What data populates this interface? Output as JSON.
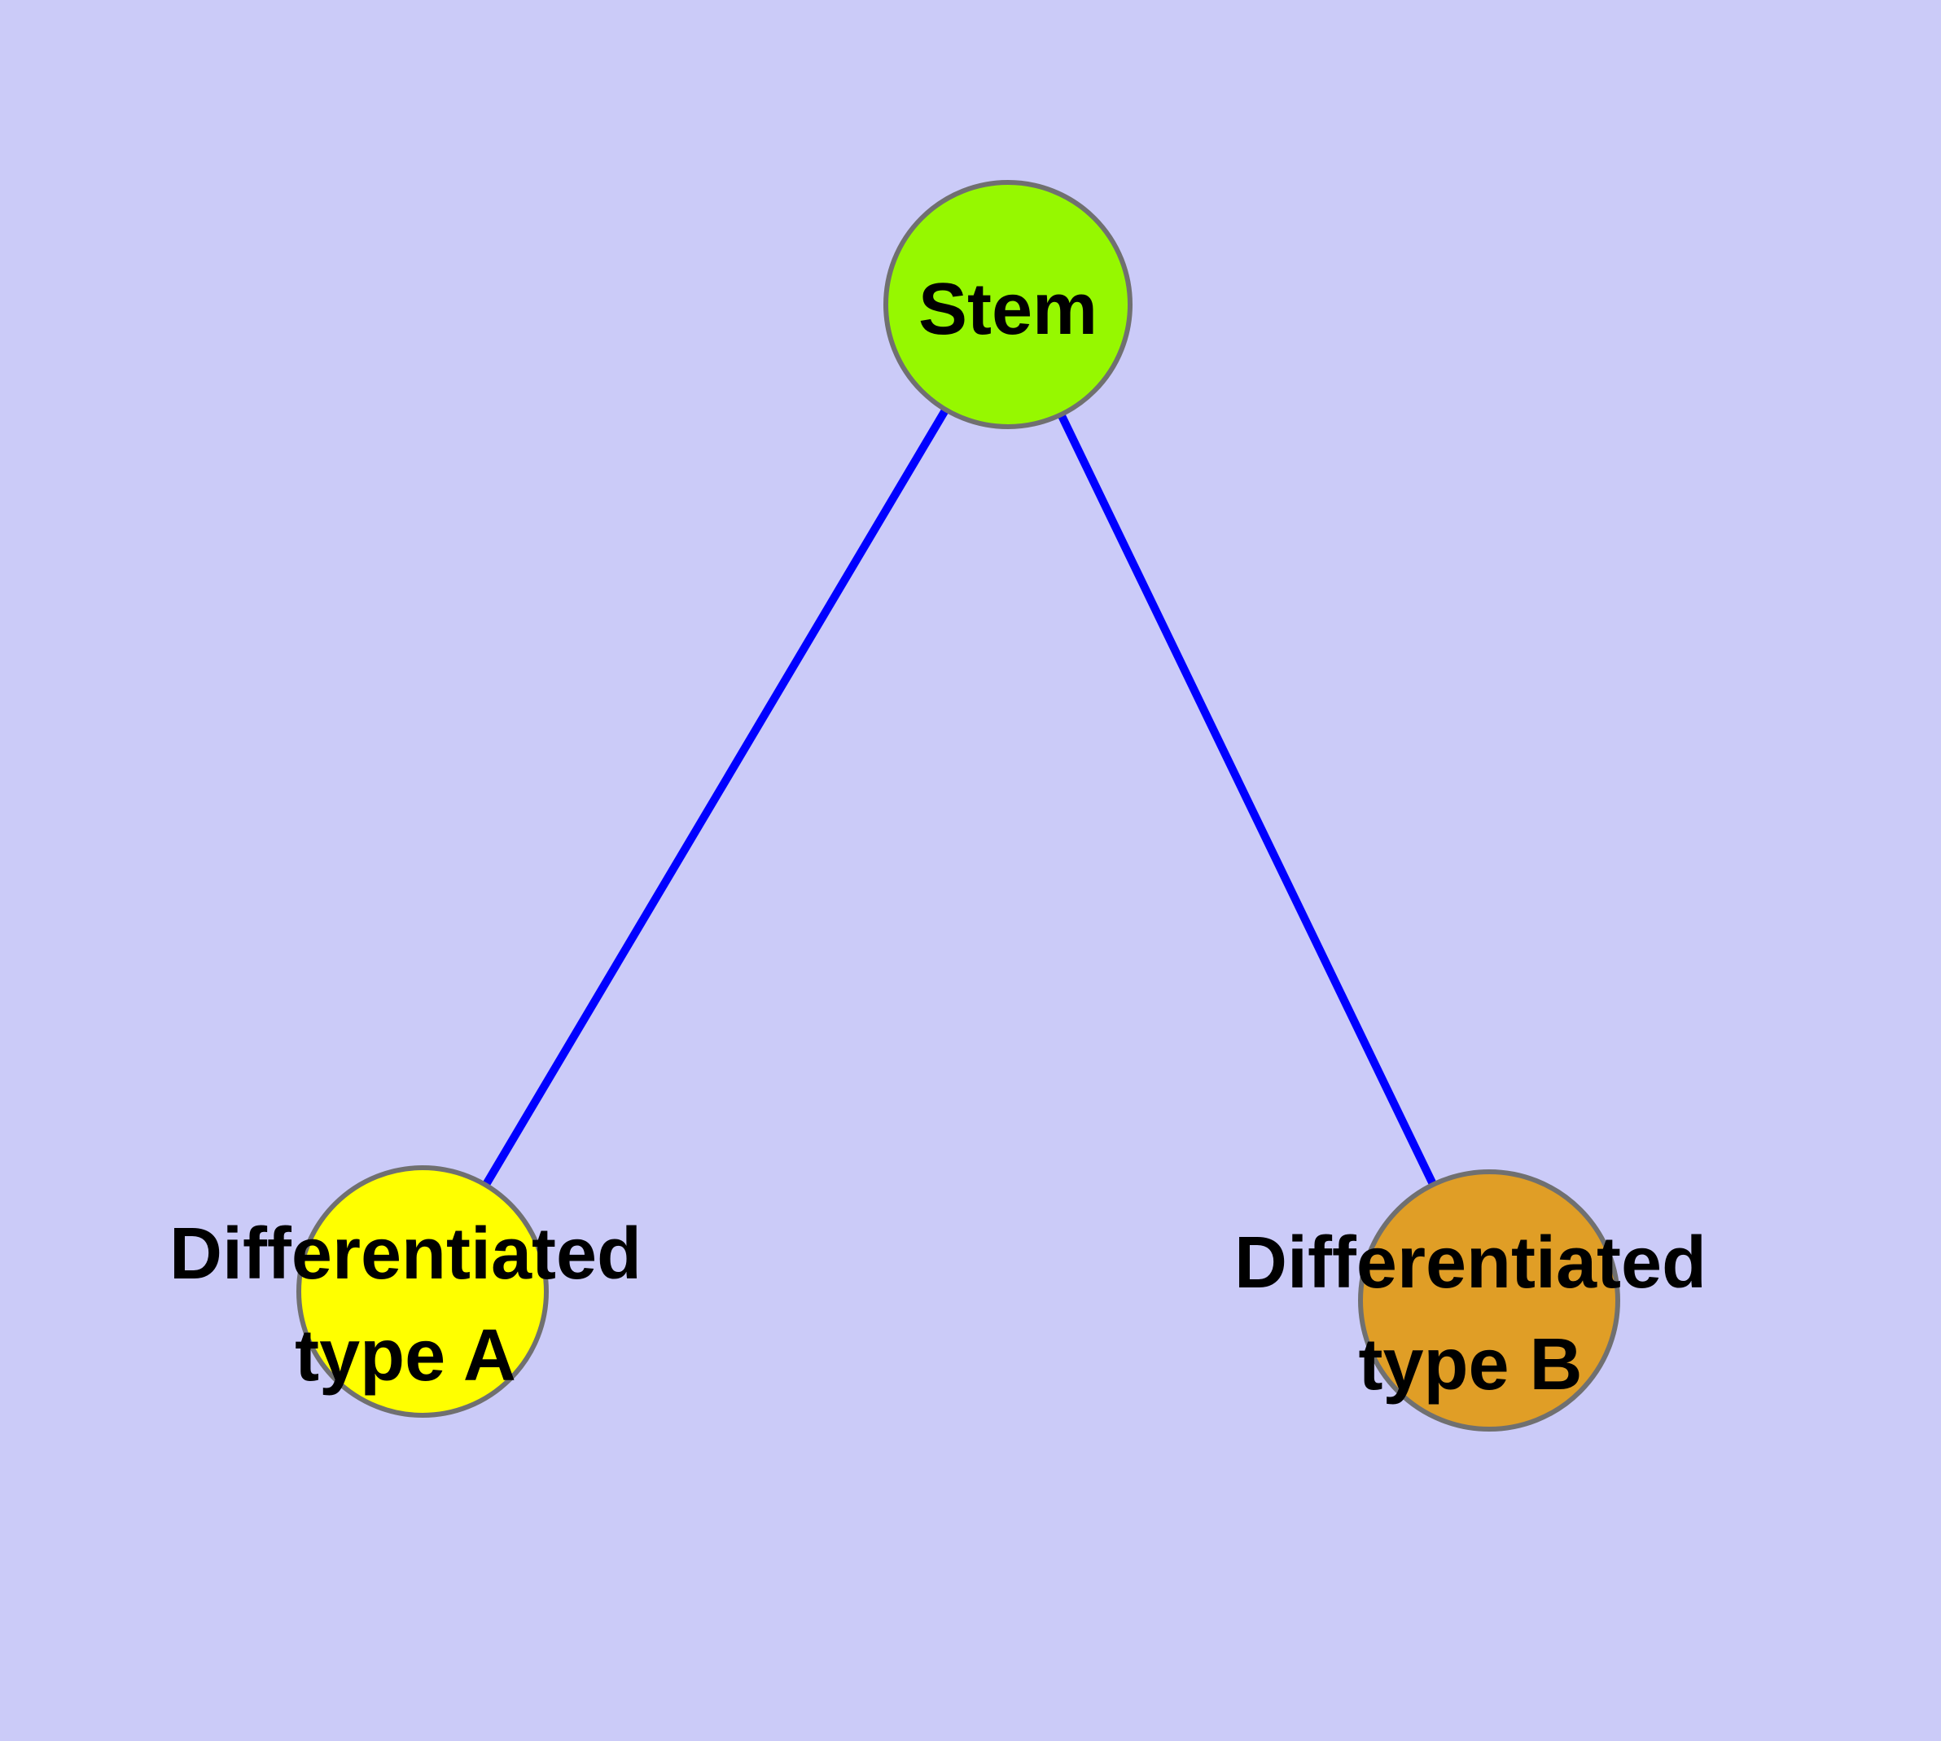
{
  "diagram": {
    "type": "graph",
    "background_color": "#cbcbf8",
    "edge_color": "#0000ff",
    "edge_width": "10",
    "node_border_color": "#707070",
    "label_color": "#000000",
    "nodes": {
      "stem": {
        "label": "Stem",
        "fill": "#96f800"
      },
      "type_a": {
        "label": "Differentiated type A",
        "line1": "Differentiated",
        "line2": "type A",
        "fill": "#ffff00"
      },
      "type_b": {
        "label": "Differentiated type B",
        "line1": "Differentiated",
        "line2": "type B",
        "fill": "#e09e26"
      }
    },
    "edges": [
      {
        "from": "Stem",
        "to": "Differentiated type A"
      },
      {
        "from": "Stem",
        "to": "Differentiated type B"
      }
    ]
  }
}
